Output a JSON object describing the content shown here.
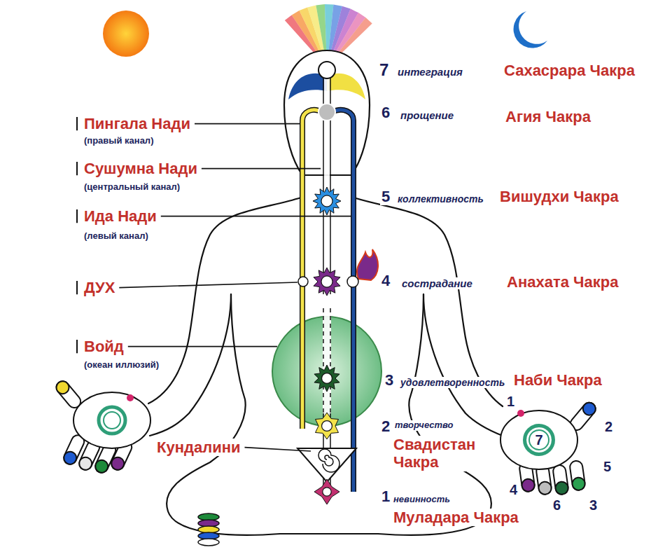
{
  "diagram": {
    "nodes": [
      {
        "text": [
          "7"
        ]
      }
    ],
    "labels": [
      "7",
      "интеграция",
      "Сахасрара Чакра",
      "Пингала Нади",
      "6",
      "прощение",
      "Агия Чакра",
      "(правый канал)",
      "Сушумна Нади",
      "(центральный канал)",
      "5",
      "коллективность",
      "Вишудхи Чакра",
      "Ида Нади",
      "(левый канал)",
      "ДУХ",
      "4",
      "сострадание",
      "Анахата Чакра",
      "Войд",
      "(океан иллюзий)",
      "3",
      "удовлетворенность",
      "Наби Чакра",
      "1",
      "2",
      "2",
      "творчество",
      "Свадистан Чакра",
      "Кундалини",
      "5",
      "4",
      "6",
      "3",
      "1",
      "невинность",
      "Муладара Чакра"
    ]
  }
}
